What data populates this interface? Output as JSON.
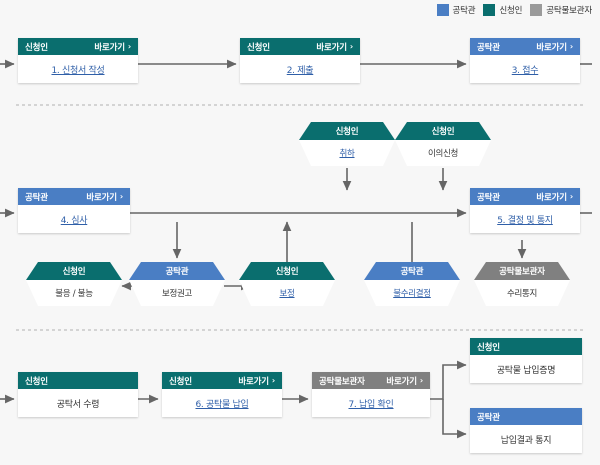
{
  "legend": {
    "items": [
      {
        "label": "공탁관",
        "color": "#4a7ec4",
        "icon": "legend-swatch"
      },
      {
        "label": "신청인",
        "color": "#0a6e6e",
        "icon": "legend-swatch"
      },
      {
        "label": "공탁물보관자",
        "color": "#9a9a9a",
        "icon": "legend-swatch"
      }
    ]
  },
  "link_label": "바로가기",
  "chevron": "›",
  "nodes": {
    "n1": {
      "role": "신청인",
      "body": "1. 신청서 작성",
      "go": "바로가기",
      "type": "teal",
      "link": true
    },
    "n2": {
      "role": "신청인",
      "body": "2. 제출",
      "go": "바로가기",
      "type": "teal",
      "link": true
    },
    "n3": {
      "role": "공탁관",
      "body": "3. 접수",
      "go": "바로가기",
      "type": "blue",
      "link": true
    },
    "n4": {
      "role": "공탁관",
      "body": "4. 심사",
      "go": "바로가기",
      "type": "blue",
      "link": true
    },
    "n5": {
      "role": "공탁관",
      "body": "5. 결정 및 통지",
      "go": "바로가기",
      "type": "blue",
      "link": true
    },
    "n6": {
      "role": "신청인",
      "body": "공탁서 수령",
      "go": "",
      "type": "teal",
      "link": false
    },
    "n7": {
      "role": "신청인",
      "body": "6. 공탁물 납입",
      "go": "바로가기",
      "type": "teal",
      "link": true
    },
    "n8": {
      "role": "공탁물보관자",
      "body": "7. 납입 확인",
      "go": "바로가기",
      "type": "gray",
      "link": true
    },
    "n9": {
      "role": "신청인",
      "body": "공탁물 납입증명",
      "go": "",
      "type": "teal",
      "link": false
    },
    "n10": {
      "role": "공탁관",
      "body": "납입결과 통지",
      "go": "",
      "type": "blue",
      "link": false
    }
  },
  "hexes": {
    "h1": {
      "role": "신청인",
      "body": "취하",
      "type": "teal",
      "link": true
    },
    "h2": {
      "role": "신청인",
      "body": "이의신청",
      "type": "teal",
      "link": false
    },
    "h3": {
      "role": "신청인",
      "body": "불응 / 불능",
      "type": "teal",
      "link": false
    },
    "h4": {
      "role": "공탁관",
      "body": "보정권고",
      "type": "blue",
      "link": false
    },
    "h5": {
      "role": "신청인",
      "body": "보정",
      "type": "teal",
      "link": true
    },
    "h6": {
      "role": "공탁관",
      "body": "불수리결정",
      "type": "blue",
      "link": true
    },
    "h7": {
      "role": "공탁물보관자",
      "body": "수리통지",
      "type": "gray",
      "link": false
    }
  },
  "colors": {
    "teal": "#0a6e6e",
    "blue": "#4a7ec4",
    "gray": "#808080",
    "link": "#2f5fa8",
    "wire": "#666666",
    "background": "#f7f7f7",
    "divider": "#b0b0b0"
  }
}
